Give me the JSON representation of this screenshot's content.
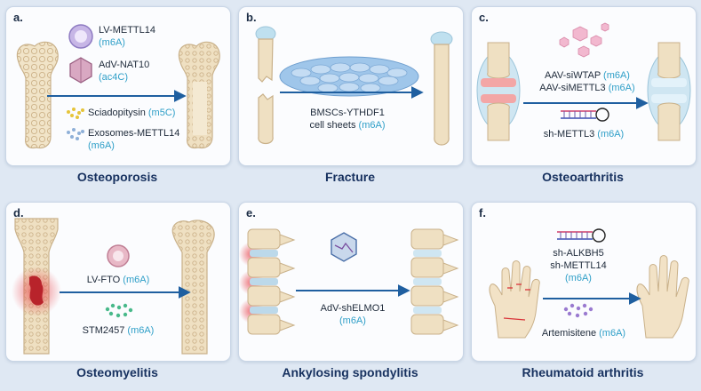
{
  "panels": [
    {
      "label": "a.",
      "caption": "Osteoporosis",
      "items": [
        {
          "name": "LV-METTL14",
          "mod": "(m6A)"
        },
        {
          "name": "AdV-NAT10",
          "mod": "(ac4C)"
        },
        {
          "name": "Sciadopitysin",
          "mod": "(m5C)"
        },
        {
          "name": "Exosomes-METTL14",
          "mod": "(m6A)"
        }
      ]
    },
    {
      "label": "b.",
      "caption": "Fracture",
      "items": [
        {
          "name": "BMSCs-YTHDF1",
          "name2": "cell sheets",
          "mod": "(m6A)"
        }
      ]
    },
    {
      "label": "c.",
      "caption": "Osteoarthritis",
      "items": [
        {
          "name": "AAV-siWTAP",
          "mod": "(m6A)"
        },
        {
          "name": "AAV-siMETTL3",
          "mod": "(m6A)"
        },
        {
          "name": "sh-METTL3",
          "mod": "(m6A)"
        }
      ]
    },
    {
      "label": "d.",
      "caption": "Osteomyelitis",
      "items": [
        {
          "name": "LV-FTO",
          "mod": "(m6A)"
        },
        {
          "name": "STM2457",
          "mod": "(m6A)"
        }
      ]
    },
    {
      "label": "e.",
      "caption": "Ankylosing spondylitis",
      "items": [
        {
          "name": "AdV-shELMO1",
          "mod": "(m6A)"
        }
      ]
    },
    {
      "label": "f.",
      "caption": "Rheumatoid arthritis",
      "items": [
        {
          "name": "sh-ALKBH5",
          "name2": "sh-METTL14",
          "mod": "(m6A)"
        },
        {
          "name": "Artemisitene",
          "mod": "(m6A)"
        }
      ]
    }
  ],
  "colors": {
    "arrow": "#1f5fa0",
    "bone": "#efe0c2",
    "bone_edge": "#c9b18a",
    "cartilage": "#bfe0ef",
    "modification": "#2f9fc8",
    "inflammation": "#d9343a"
  }
}
